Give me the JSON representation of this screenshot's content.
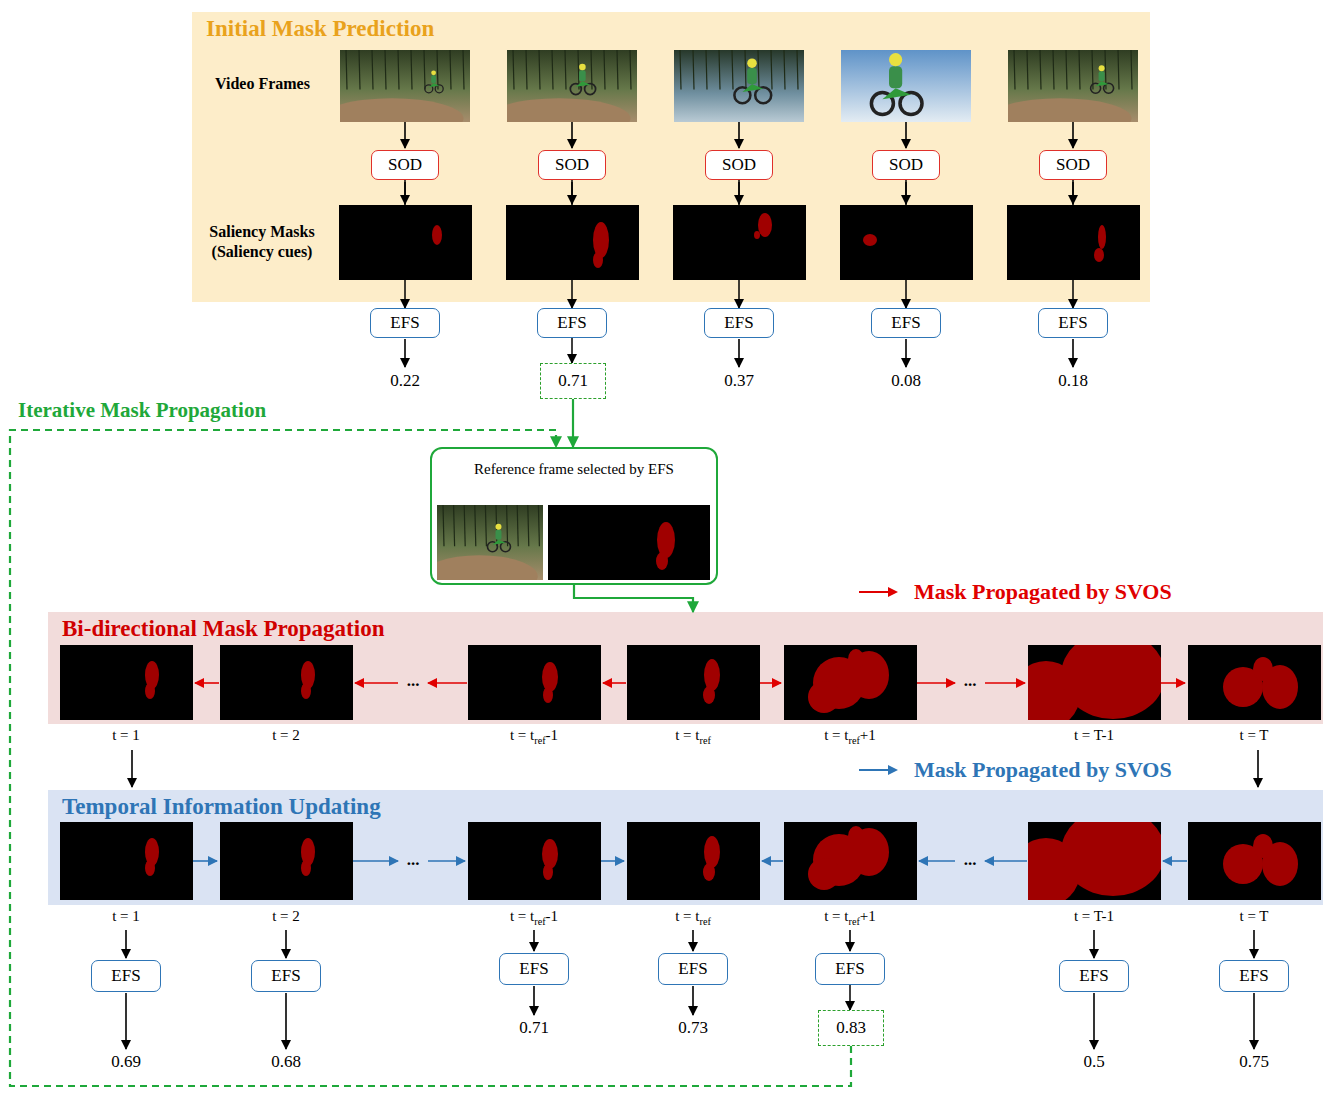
{
  "diagram": {
    "nodes": [
      {
        "text": [
          "Initial Mask Prediction"
        ]
      },
      {
        "text": [
          "SOD"
        ],
        "in": 0
      },
      {
        "text": [
          "SOD"
        ],
        "in": 0
      },
      {
        "text": [
          "SOD"
        ],
        "in": 0
      },
      {
        "text": [
          "SOD"
        ],
        "in": 0
      },
      {
        "text": [
          "SOD"
        ],
        "in": 0
      },
      {
        "text": [
          "EFS"
        ]
      },
      {
        "text": [
          "EFS"
        ]
      },
      {
        "text": [
          "EFS"
        ]
      },
      {
        "text": [
          "EFS"
        ]
      },
      {
        "text": [
          "EFS"
        ]
      },
      {
        "text": [
          "0.71"
        ]
      },
      {
        "text": [
          "Reference frame selected by EFS"
        ]
      },
      {
        "text": [
          "Bi-directional Mask Propagation"
        ]
      },
      {
        "text": [
          "Temporal Information Updating"
        ]
      },
      {
        "text": [
          "EFS"
        ]
      },
      {
        "text": [
          "EFS"
        ]
      },
      {
        "text": [
          "EFS"
        ]
      },
      {
        "text": [
          "EFS"
        ]
      },
      {
        "text": [
          "EFS"
        ]
      },
      {
        "text": [
          "EFS"
        ]
      },
      {
        "text": [
          "EFS"
        ]
      },
      {
        "text": [
          "0.83"
        ]
      }
    ],
    "edges": [
      {
        "from": 1,
        "to": 6,
        "arrow": "to"
      },
      {
        "from": 2,
        "to": 7,
        "arrow": "to"
      },
      {
        "from": 3,
        "to": 8,
        "arrow": "to"
      },
      {
        "from": 4,
        "to": 9,
        "arrow": "to"
      },
      {
        "from": 5,
        "to": 10,
        "arrow": "to"
      },
      {
        "from": 7,
        "to": 11,
        "arrow": "to"
      },
      {
        "from": 11,
        "to": 12,
        "arrow": "to"
      },
      {
        "from": 12,
        "to": 13,
        "arrow": "to"
      },
      {
        "from": 19,
        "to": 22,
        "arrow": "to"
      },
      {
        "from": 22,
        "to": 12,
        "arrow": "to"
      }
    ],
    "labels": [
      "Video Frames",
      "Saliency Masks (Saliency cues)",
      "0.22",
      "0.37",
      "0.08",
      "0.18",
      "Iterative Mask Propagation",
      "t = 1",
      "t = 2",
      "t = tref-1",
      "t = tref",
      "t = tref+1",
      "t = T-1",
      "t = T",
      "...",
      "...",
      "t = 1",
      "t = 2",
      "t = tref-1",
      "t = tref",
      "t = tref+1",
      "t = T-1",
      "t = T",
      "...",
      "...",
      "0.69",
      "0.68",
      "0.71",
      "0.73",
      "0.5",
      "0.75"
    ],
    "legend": [
      {
        "text": "Mask Propagated by SVOS"
      },
      {
        "text": "Mask Propagated by SVOS"
      }
    ]
  }
}
